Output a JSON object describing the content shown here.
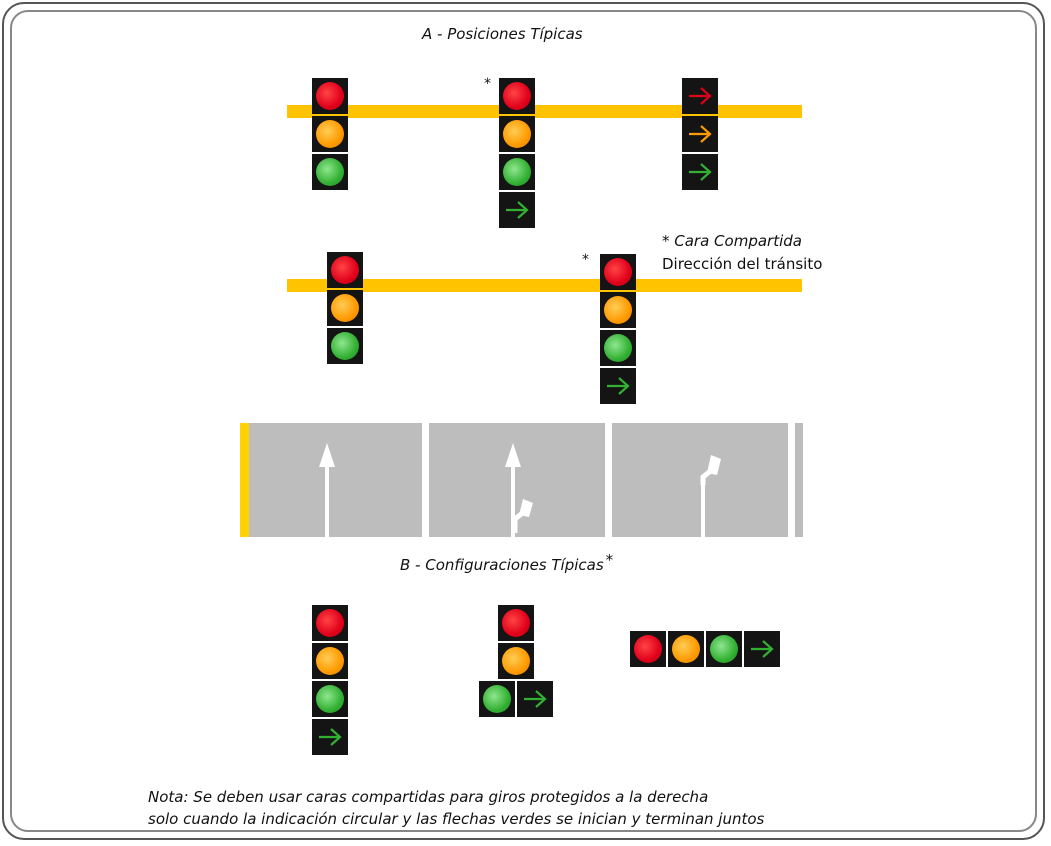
{
  "titles": {
    "section_a": "A - Posiciones Típicas",
    "section_b": "B - Configuraciones Típicas",
    "section_b_star": "*"
  },
  "legend": {
    "shared_face": "* Cara Compartida",
    "traffic_direction": "Dirección del tránsito"
  },
  "asterisk": "*",
  "note": {
    "line1": "Nota: Se deben usar caras compartidas para giros protegidos a la derecha",
    "line2": "solo cuando la indicación circular y las flechas verdes se inician y terminan juntos"
  },
  "colors": {
    "signal_red": "#e0001b",
    "signal_yellow": "#ff9a00",
    "signal_green": "#32b032",
    "mast_arm": "#ffc300",
    "pavement": "#bdbdbd",
    "center_line": "#ffd200"
  },
  "signal_heads": {
    "a_row1_left": [
      "red",
      "yellow",
      "green"
    ],
    "a_row1_middle": [
      "red",
      "yellow",
      "green",
      "green-arrow-right"
    ],
    "a_row1_right": [
      "red-arrow-right",
      "yellow-arrow-right",
      "green-arrow-right"
    ],
    "a_row2_left": [
      "red",
      "yellow",
      "green"
    ],
    "a_row2_right": [
      "red",
      "yellow",
      "green",
      "green-arrow-right"
    ],
    "b_vertical": [
      "red",
      "yellow",
      "green",
      "green-arrow-right"
    ],
    "b_cluster": [
      "red",
      "yellow",
      "green",
      "green-arrow-right"
    ],
    "b_horizontal": [
      "red",
      "yellow",
      "green",
      "green-arrow-right"
    ]
  },
  "pavement_markings": [
    "through-arrow",
    "through-right-arrow",
    "right-turn-arrow"
  ]
}
